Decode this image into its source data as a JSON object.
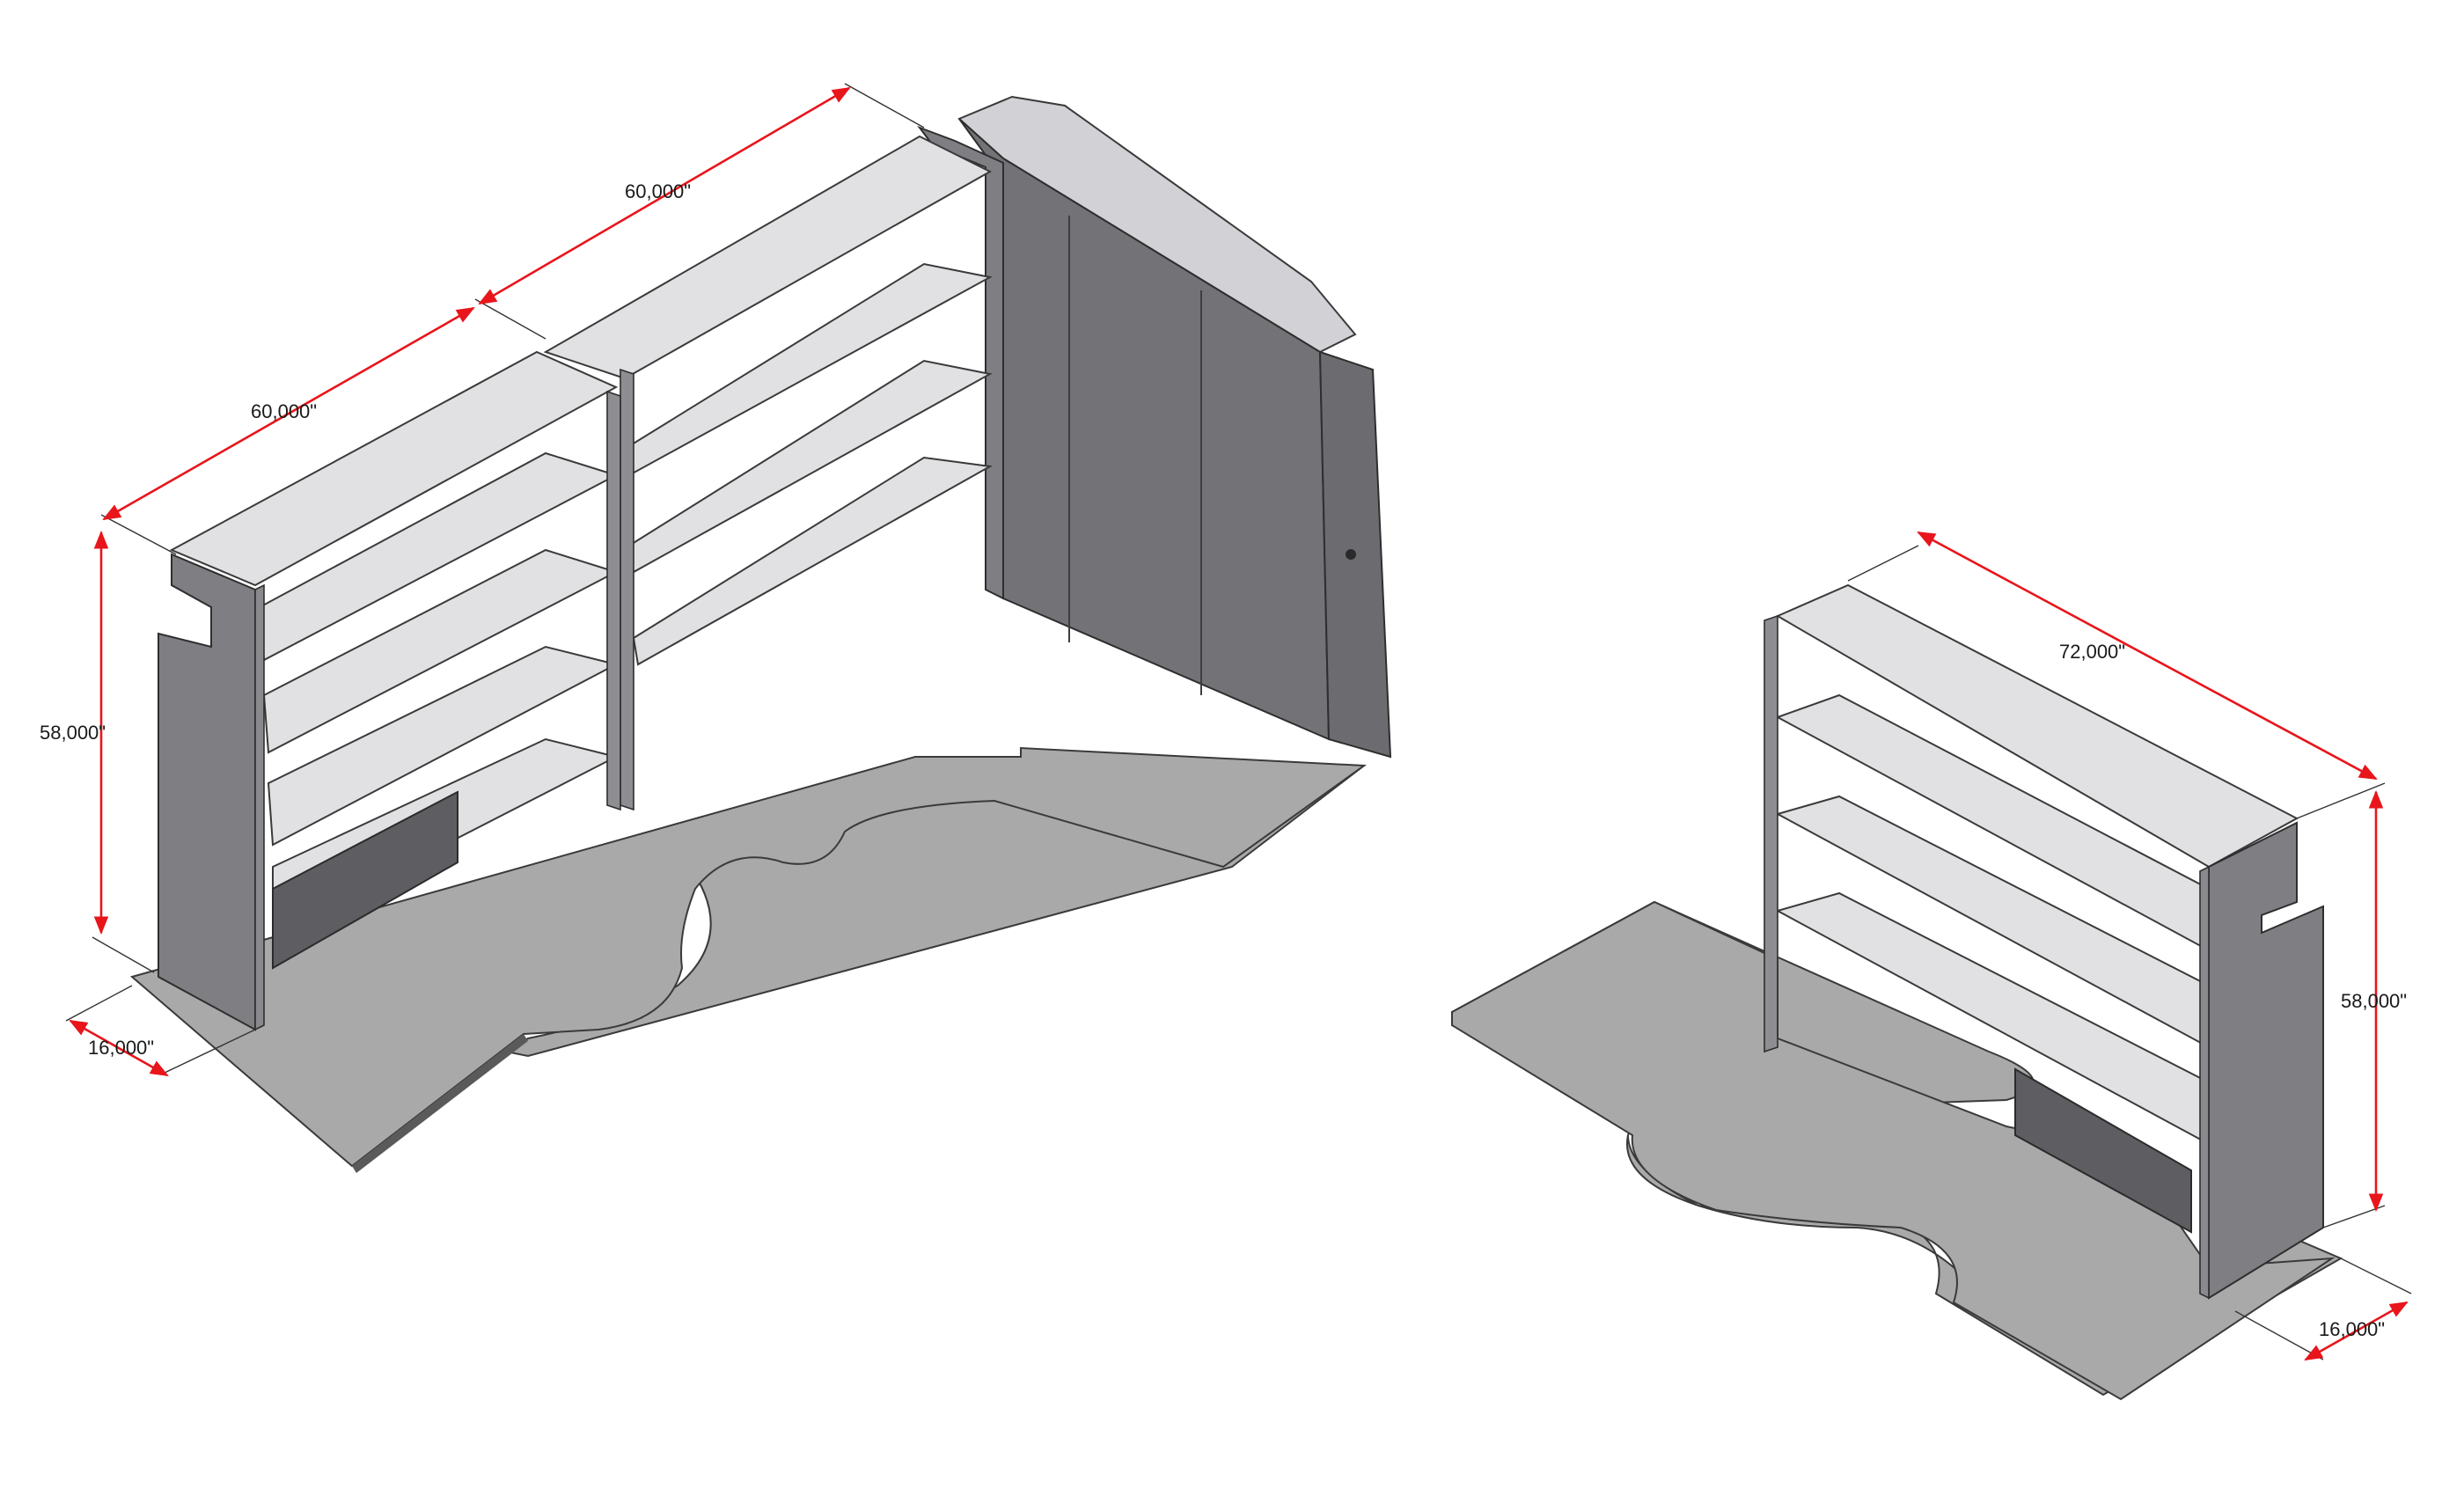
{
  "dimensions": {
    "left_unit_top_right": "60,000\"",
    "left_unit_top_left": "60,000\"",
    "left_unit_height": "58,000\"",
    "left_unit_depth": "16,000\"",
    "right_unit_length": "72,000\"",
    "right_unit_height": "58,000\"",
    "right_unit_depth": "16,000\""
  },
  "colors": {
    "dimension_line": "#e8151b",
    "floor": "#a9a9a9",
    "panel": "#7f7f83",
    "shelf": "#e1e1e3"
  }
}
